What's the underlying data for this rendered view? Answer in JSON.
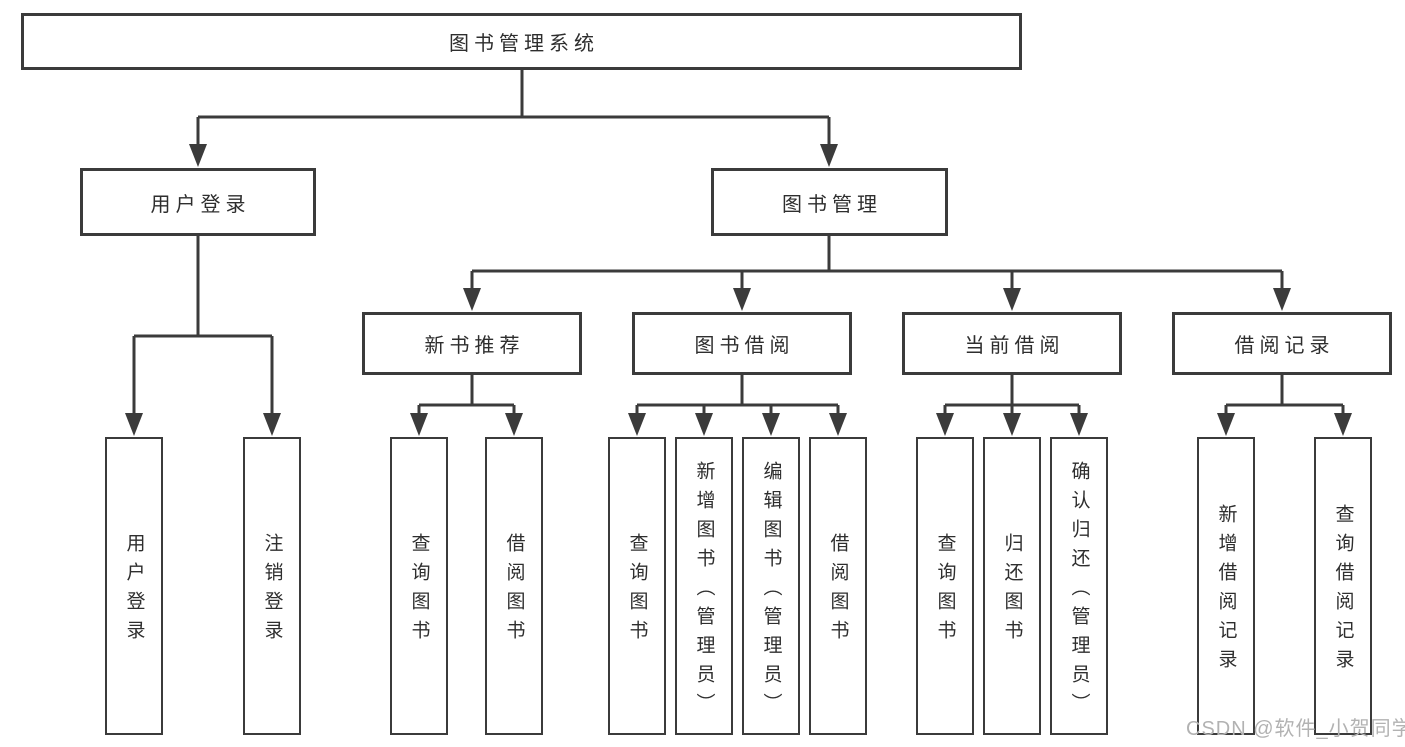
{
  "tree": {
    "root": "图书管理系统",
    "branches": [
      {
        "label": "用户登录",
        "children": [
          "用户登录",
          "注销登录"
        ]
      },
      {
        "label": "图书管理",
        "sections": [
          {
            "label": "新书推荐",
            "children": [
              "查询图书",
              "借阅图书"
            ]
          },
          {
            "label": "图书借阅",
            "children": [
              "查询图书",
              "新增图书（管理员）",
              "编辑图书（管理员）",
              "借阅图书"
            ]
          },
          {
            "label": "当前借阅",
            "children": [
              "查询图书",
              "归还图书",
              "确认归还（管理员）"
            ]
          },
          {
            "label": "借阅记录",
            "children": [
              "新增借阅记录",
              "查询借阅记录"
            ]
          }
        ]
      }
    ]
  },
  "watermark": {
    "text": "CSDN @软件_小贺同学"
  },
  "colors": {
    "line": "#3b3b3b",
    "box_border": "#3b3b3b",
    "text": "#2e2e2e",
    "watermark": "#b2b2b2",
    "background": "#ffffff"
  }
}
